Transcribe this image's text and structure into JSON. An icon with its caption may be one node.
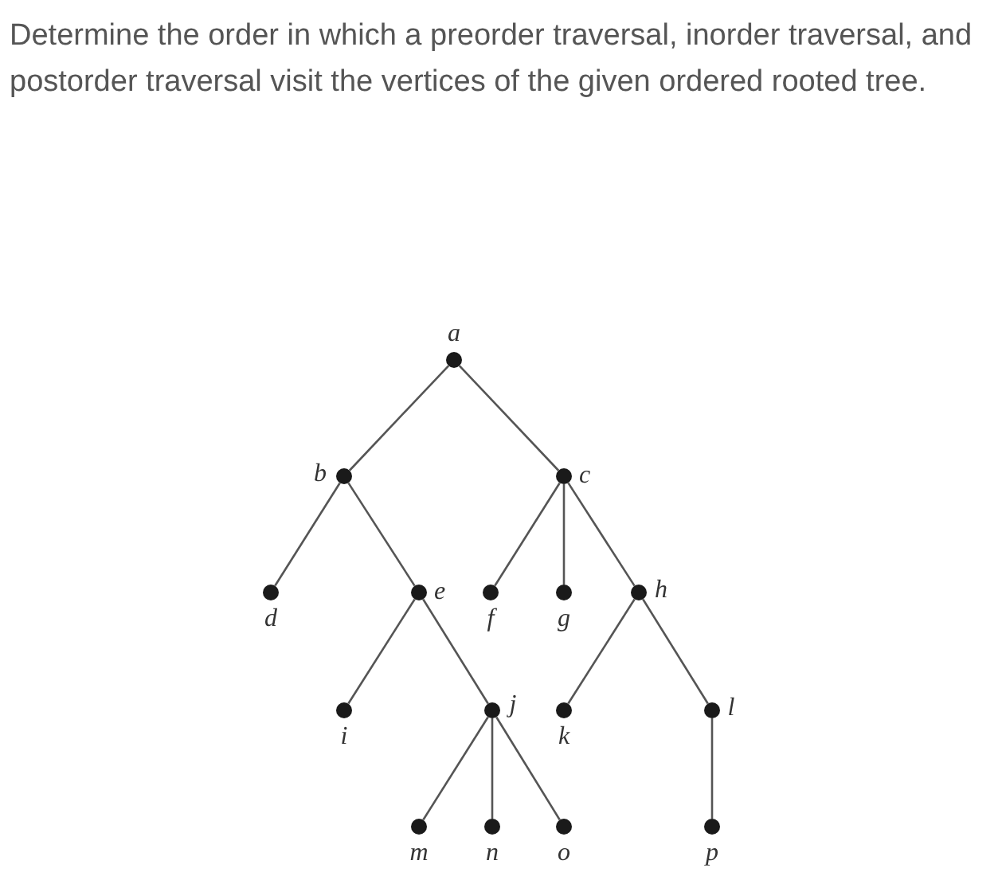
{
  "diagram": {
    "title": "Determine the order in which a preorder traversal, inorder traversal, and postorder traversal visit the vertices of the given ordered rooted tree.",
    "nodes": [
      {
        "text": [],
        "shape": "circle",
        "beside": [
          "a"
        ]
      },
      {
        "text": [],
        "shape": "circle",
        "beside": [
          "b"
        ]
      },
      {
        "text": [],
        "shape": "circle",
        "beside": [
          "c"
        ]
      },
      {
        "text": [],
        "shape": "circle",
        "beside": [
          "d"
        ]
      },
      {
        "text": [],
        "shape": "circle",
        "beside": [
          "e"
        ]
      },
      {
        "text": [],
        "shape": "circle",
        "beside": [
          "f"
        ]
      },
      {
        "text": [],
        "shape": "circle",
        "beside": [
          "g"
        ]
      },
      {
        "text": [],
        "shape": "circle",
        "beside": [
          "h"
        ]
      },
      {
        "text": [],
        "shape": "circle",
        "beside": [
          "i"
        ]
      },
      {
        "text": [],
        "shape": "circle",
        "beside": [
          "j"
        ]
      },
      {
        "text": [],
        "shape": "circle",
        "beside": [
          "k"
        ]
      },
      {
        "text": [],
        "shape": "circle",
        "beside": [
          "l"
        ]
      },
      {
        "text": [],
        "shape": "circle",
        "beside": [
          "m"
        ]
      },
      {
        "text": [],
        "shape": "circle",
        "beside": [
          "n"
        ]
      },
      {
        "text": [],
        "shape": "circle",
        "beside": [
          "o"
        ]
      },
      {
        "text": [],
        "shape": "circle",
        "beside": [
          "p"
        ]
      }
    ],
    "edges": [
      {
        "from": 0,
        "to": 1,
        "arrow": "none"
      },
      {
        "from": 0,
        "to": 2,
        "arrow": "none"
      },
      {
        "from": 1,
        "to": 3,
        "arrow": "none"
      },
      {
        "from": 1,
        "to": 4,
        "arrow": "none"
      },
      {
        "from": 2,
        "to": 5,
        "arrow": "none"
      },
      {
        "from": 2,
        "to": 6,
        "arrow": "none"
      },
      {
        "from": 2,
        "to": 7,
        "arrow": "none"
      },
      {
        "from": 4,
        "to": 8,
        "arrow": "none"
      },
      {
        "from": 4,
        "to": 9,
        "arrow": "none"
      },
      {
        "from": 7,
        "to": 10,
        "arrow": "none"
      },
      {
        "from": 7,
        "to": 11,
        "arrow": "none"
      },
      {
        "from": 9,
        "to": 12,
        "arrow": "none"
      },
      {
        "from": 9,
        "to": 13,
        "arrow": "none"
      },
      {
        "from": 9,
        "to": 14,
        "arrow": "none"
      },
      {
        "from": 11,
        "to": 15,
        "arrow": "none"
      }
    ]
  }
}
